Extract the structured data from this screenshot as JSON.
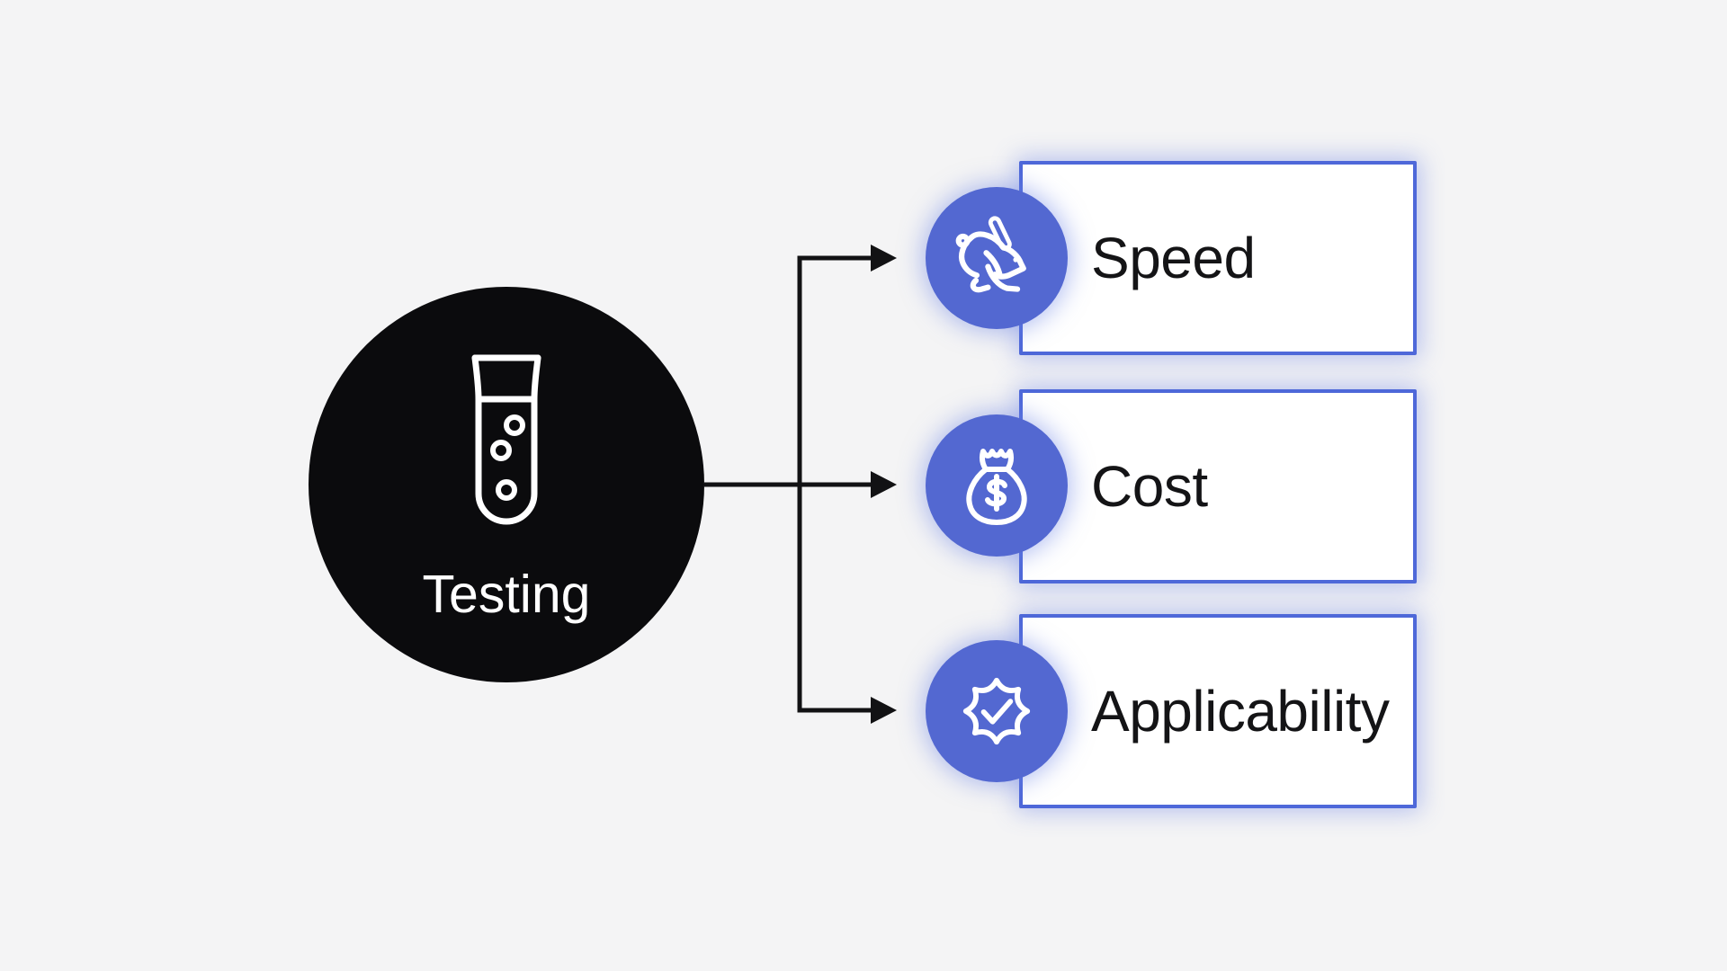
{
  "root_node": {
    "label": "Testing",
    "icon": "test-tube-icon"
  },
  "branches": [
    {
      "label": "Speed",
      "icon": "rabbit-icon"
    },
    {
      "label": "Cost",
      "icon": "money-bag-icon"
    },
    {
      "label": "Applicability",
      "icon": "badge-check-icon"
    }
  ],
  "colors": {
    "background": "#f4f4f5",
    "root_node_fill": "#0b0b0d",
    "root_node_text": "#ffffff",
    "bubble_fill": "#5368d1",
    "card_border": "#4e68d9",
    "card_fill": "#ffffff",
    "card_text": "#141416",
    "connector": "#121214",
    "glow": "rgba(108,131,229,0.5)"
  }
}
